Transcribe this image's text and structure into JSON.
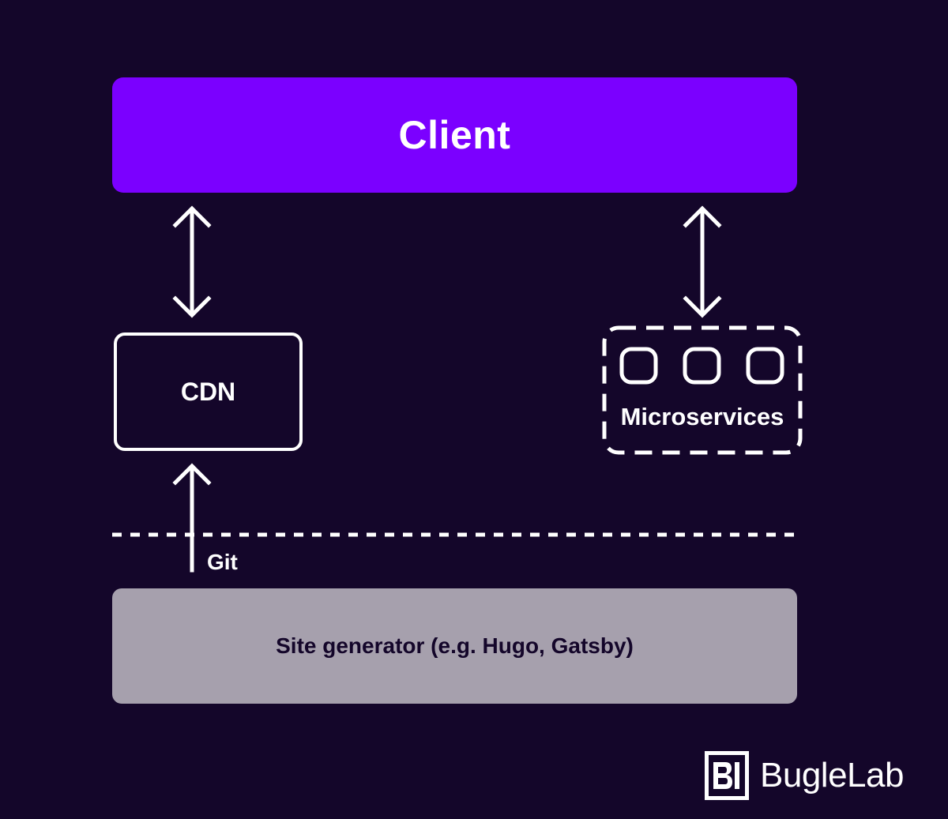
{
  "diagram": {
    "client_label": "Client",
    "cdn_label": "CDN",
    "microservices_label": "Microservices",
    "git_label": "Git",
    "site_generator_label": "Site generator (e.g. Hugo, Gatsby)"
  },
  "brand": {
    "name": "BugleLab",
    "logo_icon": "buglelab-logo-icon"
  },
  "colors": {
    "background": "#14062a",
    "client": "#7b00ff",
    "site_generator": "#a6a0ad",
    "lines": "#ffffff"
  }
}
